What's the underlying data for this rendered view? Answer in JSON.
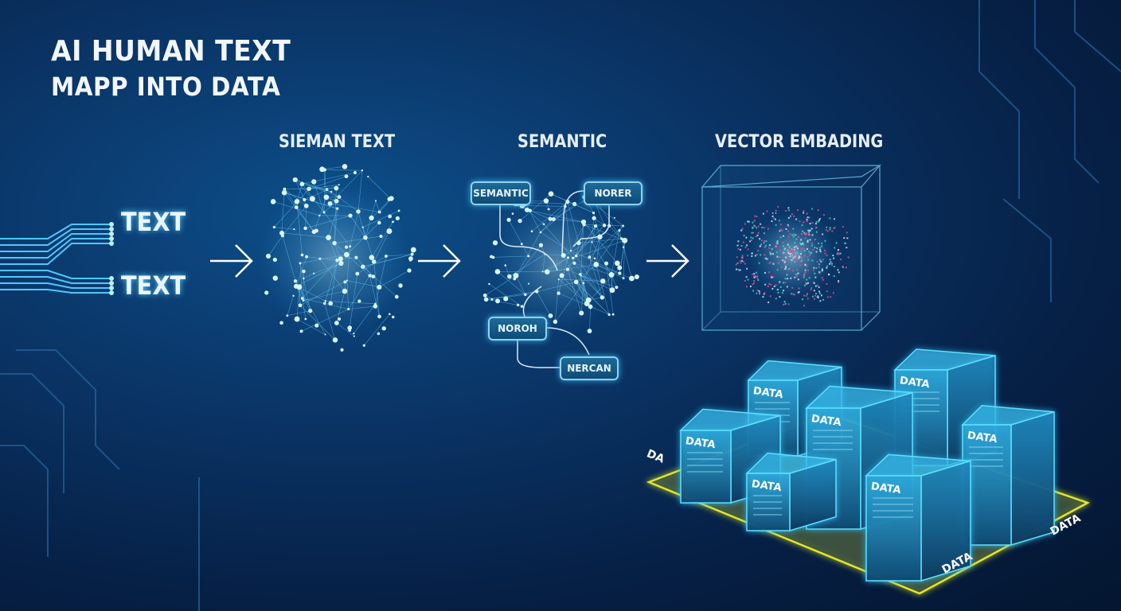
{
  "title": {
    "line1": "AI HUMAN TEXT",
    "line2": "MAPP INTO DATA"
  },
  "input": {
    "labels": [
      "TEXT",
      "TEXT"
    ]
  },
  "stages": [
    {
      "label": "SIEMAN TEXT"
    },
    {
      "label": "SEMANTIC"
    },
    {
      "label": "VECTOR EMBADING"
    }
  ],
  "semantic_nodes": [
    "SEMANTIC",
    "NORER",
    "NOROH",
    "NERCAN"
  ],
  "data_cubes": [
    "DATA",
    "DATA",
    "DATA",
    "DATA",
    "DATA",
    "DATA",
    "DATA"
  ],
  "floor_labels": [
    "DA",
    "DATA",
    "DATA"
  ],
  "colors": {
    "background": "#0a3567",
    "glow": "#5fd0ff",
    "cube": "#2aa7d8",
    "floor_outline": "#e4e62a",
    "embedding_pink": "#e0509a",
    "embedding_teal": "#40d8c0"
  }
}
